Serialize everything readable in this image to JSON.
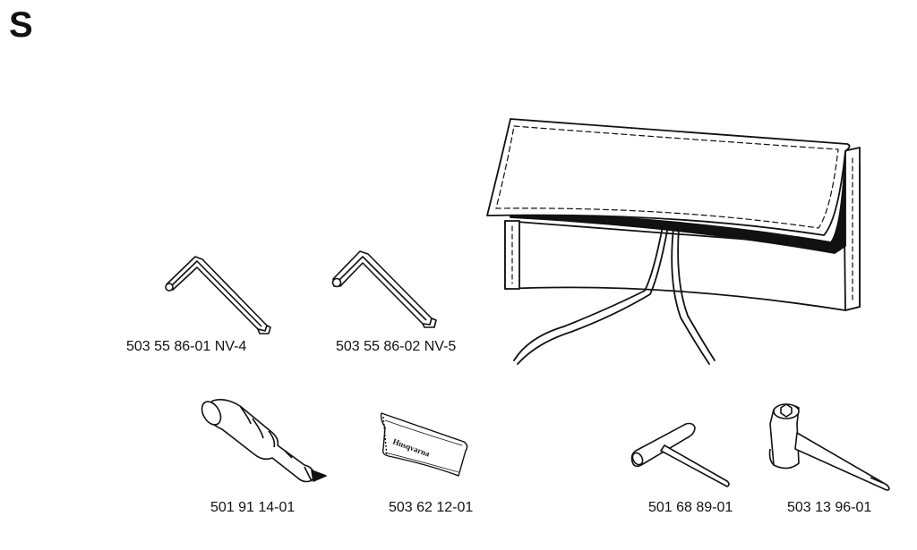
{
  "section": {
    "letter": "S"
  },
  "parts": [
    {
      "id": "hex-key-4",
      "number": "503 55 86-01 NV-4"
    },
    {
      "id": "hex-key-5",
      "number": "503 55 86-02 NV-5"
    },
    {
      "id": "tool-kit-bag",
      "number": ""
    },
    {
      "id": "screwdriver-tool",
      "number": "501 91 14-01"
    },
    {
      "id": "grease-tube",
      "number": "503 62 12-01",
      "brand_text": "Husqvarna"
    },
    {
      "id": "t-wrench",
      "number": "501 68 89-01"
    },
    {
      "id": "combination-spanner",
      "number": "503 13 96-01"
    }
  ]
}
